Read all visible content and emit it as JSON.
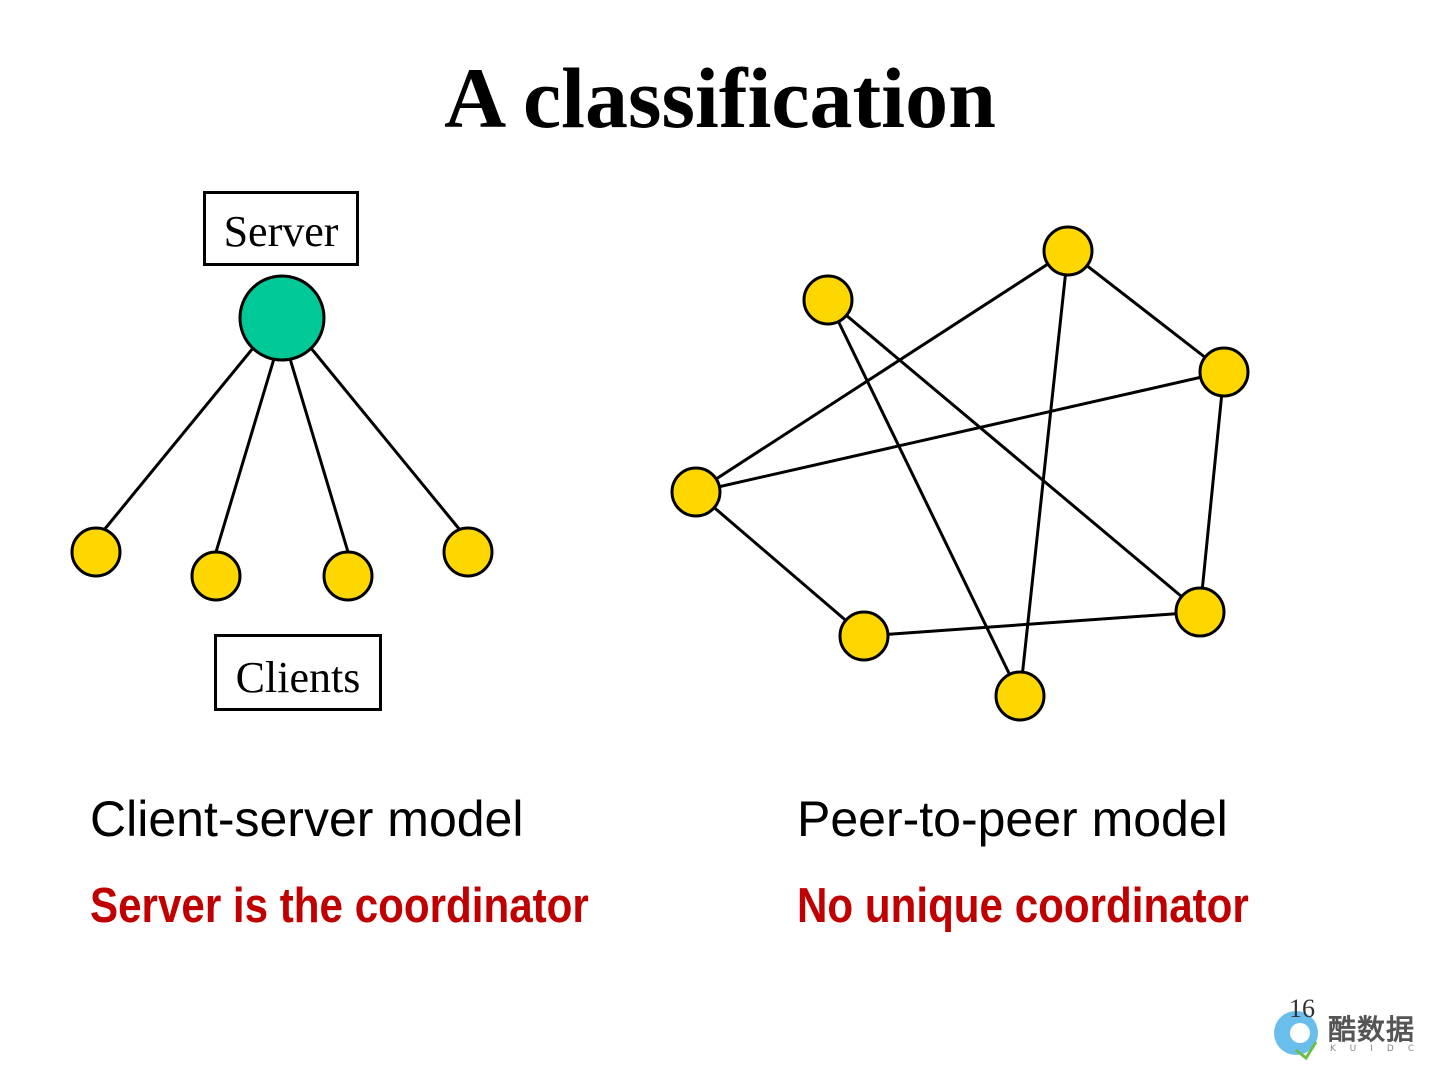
{
  "title": "A classification",
  "client_server": {
    "server_label": "Server",
    "clients_label": "Clients",
    "model_name": "Client-server model",
    "note": "Server is the coordinator"
  },
  "peer_to_peer": {
    "model_name": "Peer-to-peer model",
    "note": "No unique coordinator"
  },
  "colors": {
    "server_node": "#00c896",
    "client_node": "#ffd700",
    "note_text": "#c00000"
  },
  "page_number": "16",
  "watermark": {
    "text": "酷数据",
    "subtext": "KUIDC"
  }
}
